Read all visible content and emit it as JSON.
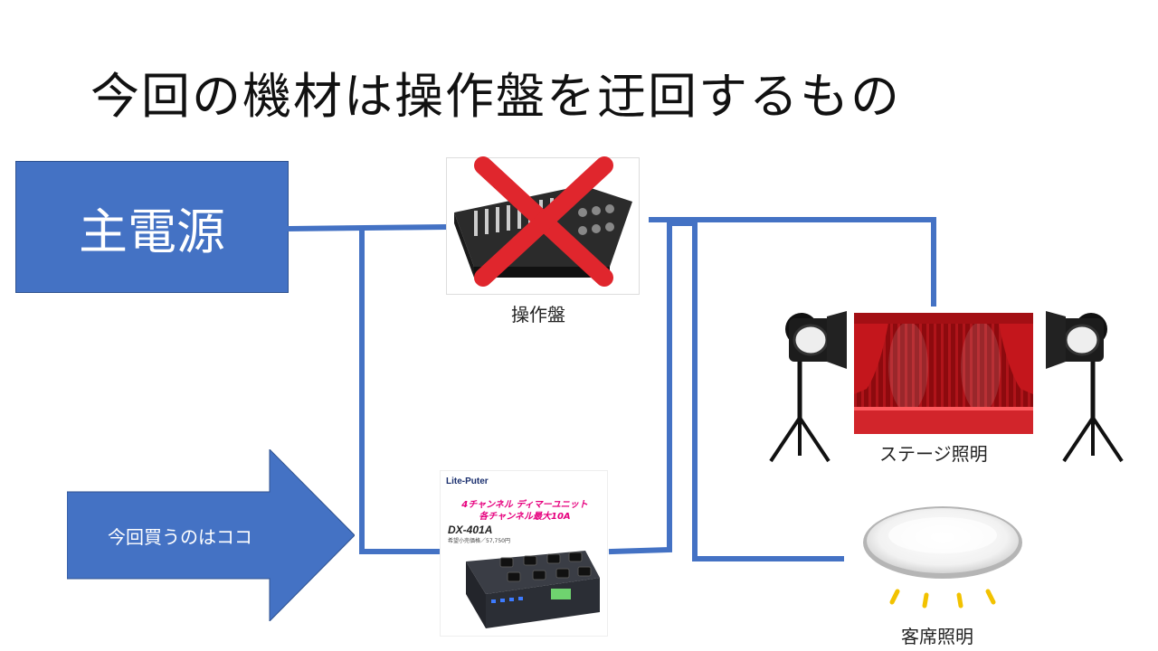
{
  "slide": {
    "title": "今回の機材は操作盤を迂回するもの",
    "main_power_label": "主電源",
    "arrow_label": "今回買うのはココ"
  },
  "devices": {
    "console_label": "操作盤",
    "stage_label": "ステージ照明",
    "audience_label": "客席照明"
  },
  "product": {
    "brand": "Lite-Puter",
    "headline_1": "4チャンネル ディマーユニット",
    "headline_2": "各チャンネル最大10A",
    "model": "DX-401A",
    "price_line": "希望小売価格／57,750円"
  },
  "colors": {
    "wire": "#4472c4",
    "box_fill": "#4472c4",
    "cross": "#e0262d",
    "curtain": "#c4161c",
    "bulb_rays": "#f2c200"
  },
  "icons": [
    "lighting-console-icon",
    "cross-icon",
    "spotlight-icon",
    "stage-curtain-icon",
    "ceiling-light-icon",
    "dimmer-unit-icon"
  ]
}
